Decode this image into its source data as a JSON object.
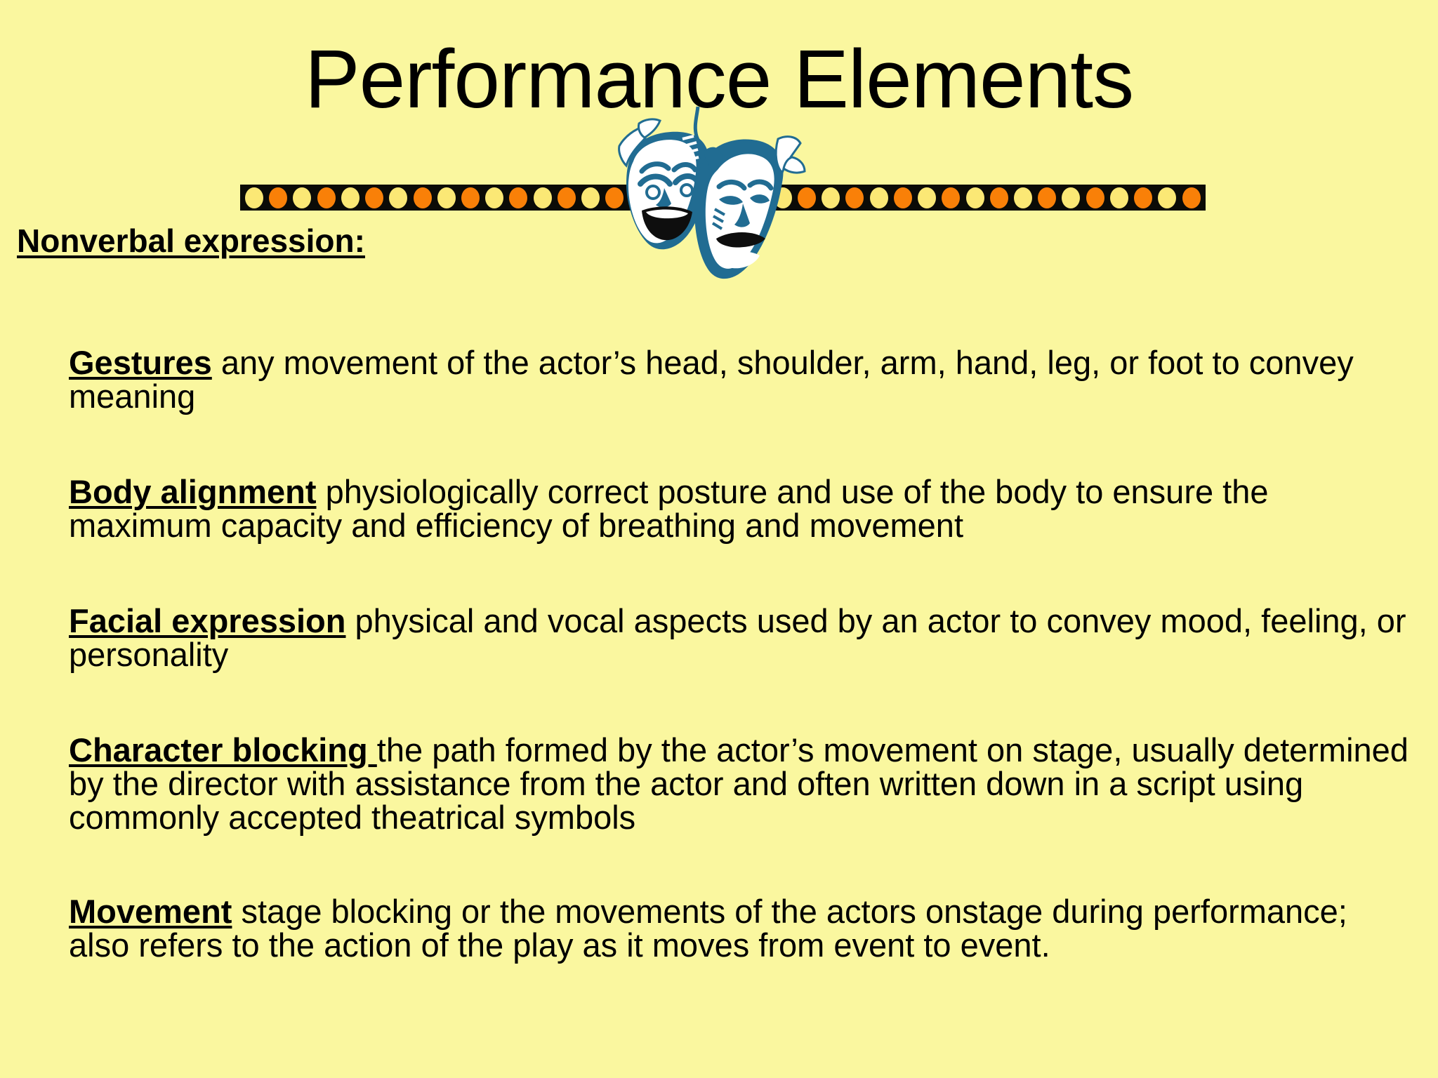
{
  "slide": {
    "title": "Performance Elements",
    "background_color": "#FAF79F",
    "text_color": "#000000"
  },
  "decorative_band": {
    "band_color": "#0B0B07",
    "dot_colors": [
      "#FBE875",
      "#F98008"
    ],
    "dot_count": 40
  },
  "clipart": {
    "name": "theatre-masks",
    "description": "comedy and tragedy masks hanging from a string",
    "primary_color": "#216C92",
    "secondary_color": "#FFFFFF"
  },
  "content": {
    "section_heading": "Nonverbal expression:",
    "definitions": [
      {
        "term": "Gestures",
        "text": " any movement of the actor’s head, shoulder, arm, hand, leg, or foot to convey meaning"
      },
      {
        "term": "Body alignment",
        "text": " physiologically correct posture and use of the body to ensure the maximum capacity and efficiency of breathing and movement"
      },
      {
        "term": "Facial expression",
        "text": " physical and vocal aspects used by an actor to convey mood, feeling, or personality"
      },
      {
        "term": "Character blocking ",
        "text": "the path formed by the actor’s movement on stage, usually determined by the director with assistance from the actor and often written down in a script using commonly accepted theatrical symbols"
      },
      {
        "term": "Movement",
        "text": " stage blocking or the movements of the actors onstage during performance; also refers to the action of the play as it moves from event to event."
      }
    ]
  }
}
